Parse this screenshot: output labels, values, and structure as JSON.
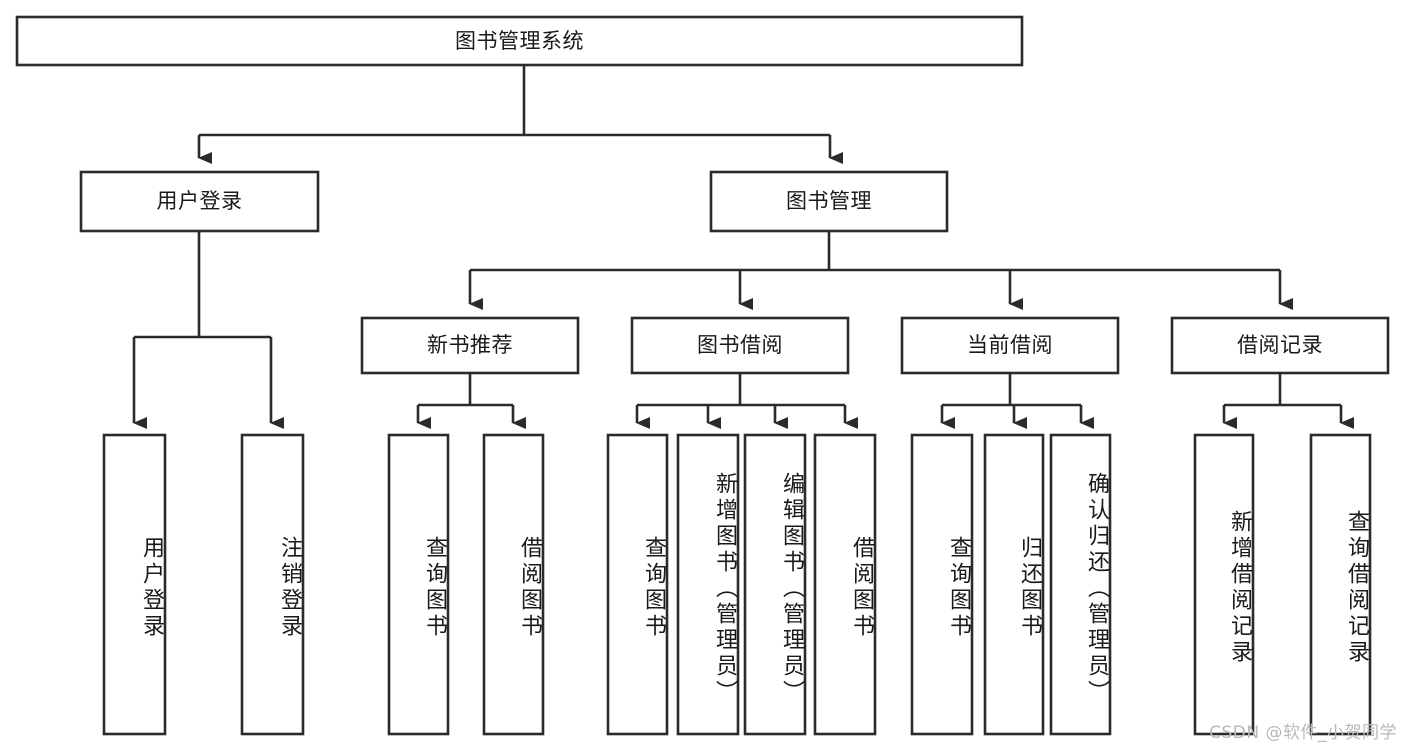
{
  "diagram": {
    "type": "tree-hierarchy-chart",
    "title_node": {
      "id": "root",
      "label": "图书管理系统"
    },
    "levels": {
      "level2": [
        {
          "id": "user-login",
          "label": "用户登录"
        },
        {
          "id": "book-management",
          "label": "图书管理"
        }
      ],
      "level3": [
        {
          "id": "new-book-recommend",
          "label": "新书推荐"
        },
        {
          "id": "book-borrow",
          "label": "图书借阅"
        },
        {
          "id": "current-borrow",
          "label": "当前借阅"
        },
        {
          "id": "borrow-record",
          "label": "借阅记录"
        }
      ],
      "level4": [
        {
          "id": "leaf-user-login",
          "label": "用户登录",
          "parent": "user-login"
        },
        {
          "id": "leaf-logout-login",
          "label": "注销登录",
          "parent": "user-login"
        },
        {
          "id": "leaf-query-book-1",
          "label": "查询图书",
          "parent": "new-book-recommend"
        },
        {
          "id": "leaf-borrow-book-1",
          "label": "借阅图书",
          "parent": "new-book-recommend"
        },
        {
          "id": "leaf-query-book-2",
          "label": "查询图书",
          "parent": "book-borrow"
        },
        {
          "id": "leaf-add-book",
          "label": "新增图书（管理员）",
          "parent": "book-borrow"
        },
        {
          "id": "leaf-edit-book",
          "label": "编辑图书（管理员）",
          "parent": "book-borrow"
        },
        {
          "id": "leaf-borrow-book-2",
          "label": "借阅图书",
          "parent": "book-borrow"
        },
        {
          "id": "leaf-query-book-3",
          "label": "查询图书",
          "parent": "current-borrow"
        },
        {
          "id": "leaf-return-book",
          "label": "归还图书",
          "parent": "current-borrow"
        },
        {
          "id": "leaf-confirm-return",
          "label": "确认归还（管理员）",
          "parent": "current-borrow"
        },
        {
          "id": "leaf-add-record",
          "label": "新增借阅记录",
          "parent": "borrow-record"
        },
        {
          "id": "leaf-query-record",
          "label": "查询借阅记录",
          "parent": "borrow-record"
        }
      ]
    },
    "colors": {
      "stroke": "#2b2b2b",
      "fill": "#ffffff",
      "text": "#1a1a1a",
      "watermark": "#b9b9b9"
    }
  },
  "watermark": {
    "text": "CSDN @软件_小贺同学"
  }
}
